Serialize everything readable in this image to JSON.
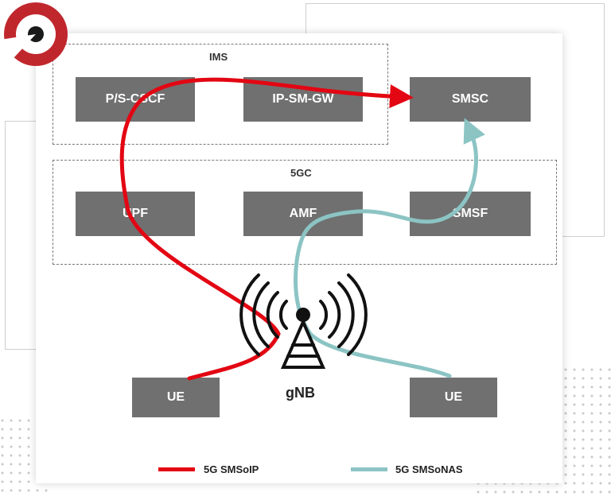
{
  "diagram": {
    "groups": {
      "ims": "IMS",
      "core": "5GC"
    },
    "nodes": {
      "pscscf": "P/S-CSCF",
      "ipsmgw": "IP-SM-GW",
      "smsc": "SMSC",
      "upf": "UPF",
      "amf": "AMF",
      "smsf": "SMSF",
      "gnb": "gNB",
      "ue_left": "UE",
      "ue_right": "UE"
    },
    "legend": {
      "smsoip": "5G SMSoIP",
      "smsonas": "5G SMSoNAS"
    },
    "colors": {
      "smsoip": "#e30613",
      "smsonas": "#8cc4c4",
      "box": "#707070",
      "logo": "#c0272d"
    }
  }
}
